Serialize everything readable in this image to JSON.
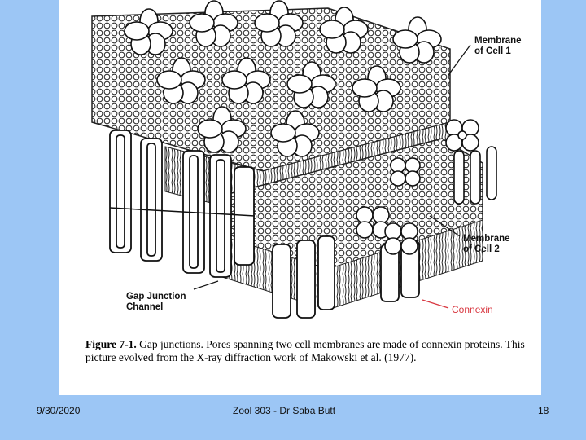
{
  "slide": {
    "background_color": "#9cc6f5",
    "panel_color": "#ffffff"
  },
  "figure": {
    "labels": {
      "membrane_cell1": "Membrane\nof Cell 1",
      "membrane_cell2": "Membrane\nof Cell 2",
      "gap_junction_channel": "Gap Junction\nChannel",
      "connexin": "Connexin"
    },
    "caption": {
      "figure_number": "Figure 7-1.",
      "text": "Gap junctions. Pores spanning two cell membranes are made of connexin proteins. This picture evolved from the X-ray diffraction work of Makowski et al. (1977)."
    }
  },
  "footer": {
    "date": "9/30/2020",
    "center_text": "Zool 303 - Dr Saba Butt",
    "page_number": "18"
  }
}
